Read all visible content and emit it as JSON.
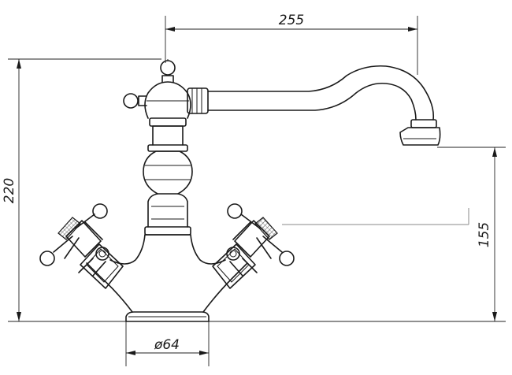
{
  "dimensions": {
    "width_top": "255",
    "height_left": "220",
    "height_right": "155",
    "base_diameter": "ø64"
  }
}
